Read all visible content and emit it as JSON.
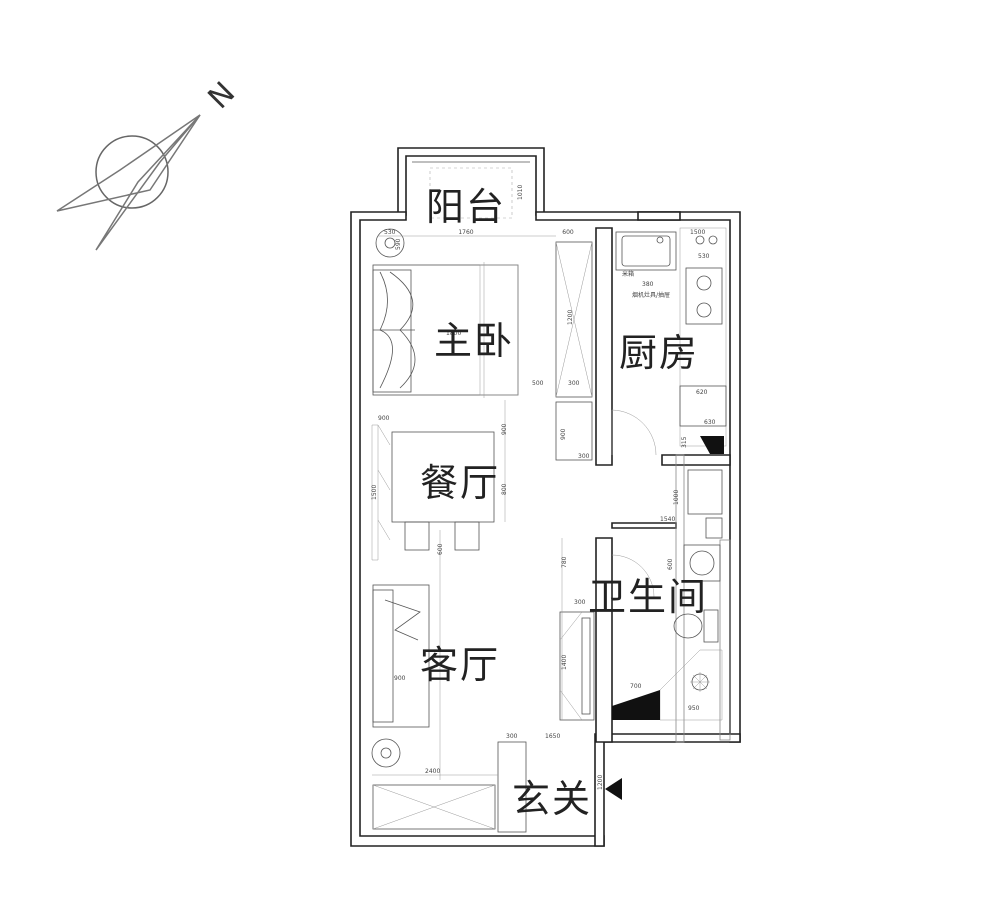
{
  "compass": {
    "north_label": "N"
  },
  "rooms": [
    {
      "id": "balcony",
      "label": "阳台"
    },
    {
      "id": "master-bedroom",
      "label": "主卧"
    },
    {
      "id": "kitchen",
      "label": "厨房"
    },
    {
      "id": "dining-room",
      "label": "餐厅"
    },
    {
      "id": "bathroom",
      "label": "卫生间"
    },
    {
      "id": "living-room",
      "label": "客厅"
    },
    {
      "id": "entrance",
      "label": "玄关"
    }
  ],
  "dimensions": {
    "bed_top": "1760",
    "wardrobe_top": "600",
    "bed_side": "1800",
    "bed_end": "500",
    "dining_width": "900",
    "dining_height": "1500",
    "dining_a": "900",
    "dining_b": "800",
    "wardrobe_h": "1200",
    "wardrobe_w": "300",
    "cabinet_h": "900",
    "cabinet_w": "300",
    "kitchen_top": "1500",
    "kitchen_a": "530",
    "kitchen_b": "380",
    "kitchen_c": "620",
    "kitchen_d": "630",
    "kitchen_e": "315",
    "bath_a": "1540",
    "bath_b": "1000",
    "bath_c": "700",
    "bath_d": "950",
    "bath_e": "600",
    "tv_h": "1400",
    "tv_a": "780",
    "tv_b": "300",
    "sofa_w": "900",
    "living_h": "600",
    "entry_a": "300",
    "entry_b": "1650",
    "entry_c": "2400",
    "entry_d": "1200",
    "balcony_h": "1010",
    "plant_top": "530",
    "plant_side": "590",
    "stove_note": "米箱",
    "hood_note": "烟机灶具/抽屉"
  }
}
